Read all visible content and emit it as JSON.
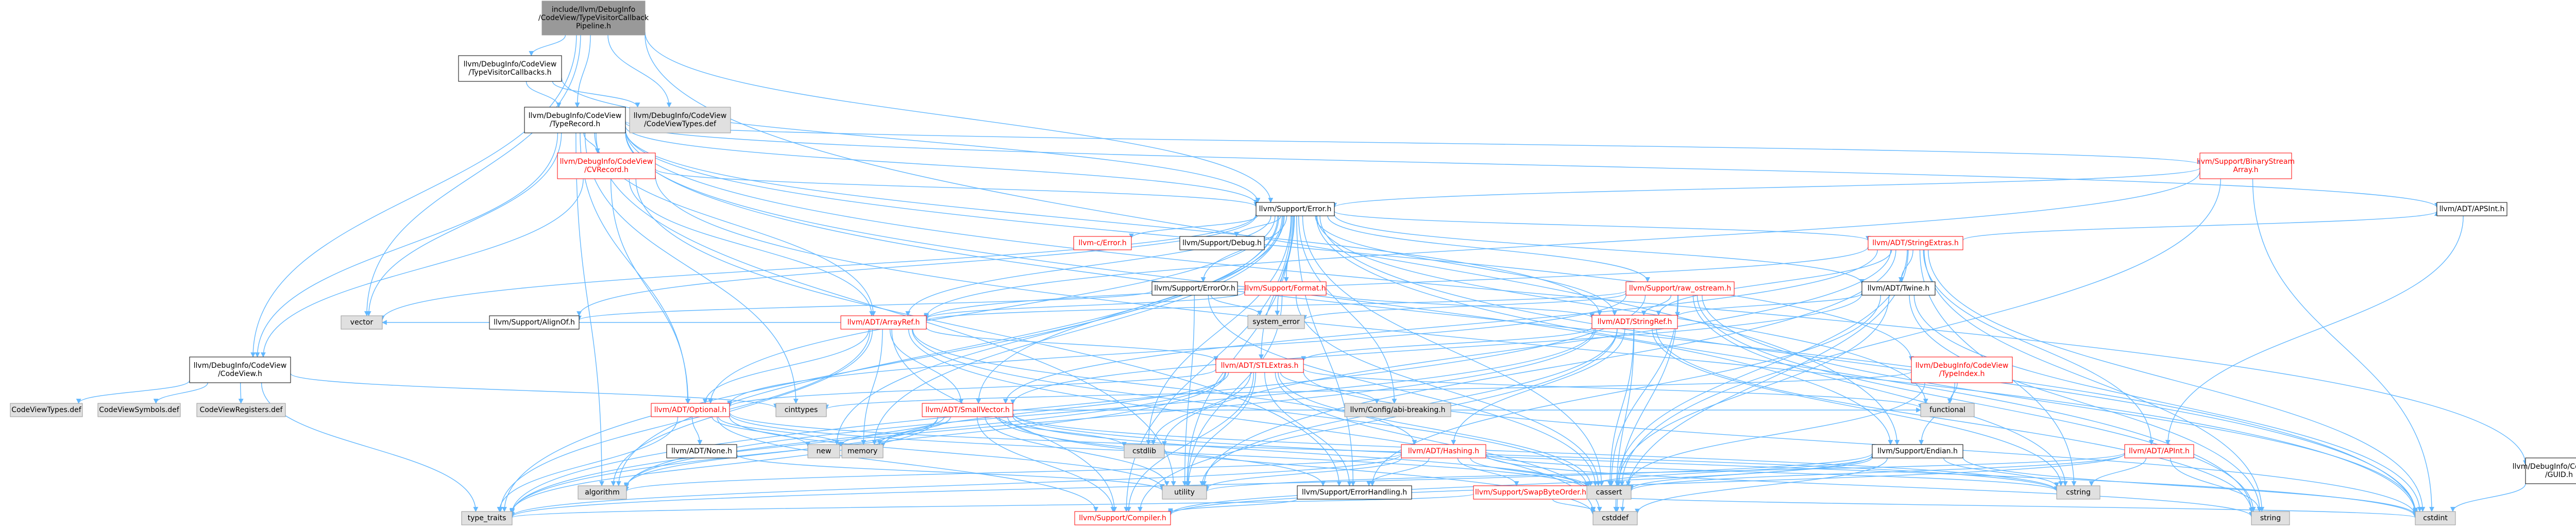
{
  "colors": {
    "edge": "#63b8ff",
    "edge_dark": "#404040",
    "node_fill_white": "#ffffff",
    "node_fill_grey": "#e0e0e0",
    "node_fill_root": "#999999",
    "node_border_black": "#000000",
    "node_border_red": "#ff0000",
    "node_border_grey": "#999999",
    "text_black": "#000000",
    "text_red": "#ff0000"
  },
  "nodes": [
    {
      "id": "root",
      "lines": [
        "include/llvm/DebugInfo",
        "/CodeView/TypeVisitorCallback",
        "Pipeline.h"
      ],
      "style": "root"
    },
    {
      "id": "tvc",
      "lines": [
        "llvm/DebugInfo/CodeView",
        "/TypeVisitorCallbacks.h"
      ],
      "style": "normal"
    },
    {
      "id": "tr",
      "lines": [
        "llvm/DebugInfo/CodeView",
        "/TypeRecord.h"
      ],
      "style": "normal"
    },
    {
      "id": "cvtdef",
      "lines": [
        "llvm/DebugInfo/CodeView",
        "/CodeViewTypes.def"
      ],
      "style": "grey"
    },
    {
      "id": "cvrec",
      "lines": [
        "llvm/DebugInfo/CodeView",
        "/CVRecord.h"
      ],
      "style": "red"
    },
    {
      "id": "bsa",
      "lines": [
        "llvm/Support/BinaryStream",
        "Array.h"
      ],
      "style": "red"
    },
    {
      "id": "err",
      "lines": [
        "llvm/Support/Error.h"
      ],
      "style": "normal"
    },
    {
      "id": "apsint",
      "lines": [
        "llvm/ADT/APSInt.h"
      ],
      "style": "normal"
    },
    {
      "id": "cv",
      "lines": [
        "llvm/DebugInfo/CodeView",
        "/CodeView.h"
      ],
      "style": "normal"
    },
    {
      "id": "cvtypes",
      "lines": [
        "CodeViewTypes.def"
      ],
      "style": "grey"
    },
    {
      "id": "cvsym",
      "lines": [
        "CodeViewSymbols.def"
      ],
      "style": "grey"
    },
    {
      "id": "cvreg",
      "lines": [
        "CodeViewRegisters.def"
      ],
      "style": "grey"
    },
    {
      "id": "vector",
      "lines": [
        "vector"
      ],
      "style": "grey"
    },
    {
      "id": "alignof",
      "lines": [
        "llvm/Support/AlignOf.h"
      ],
      "style": "normal"
    },
    {
      "id": "cerror",
      "lines": [
        "llvm-c/Error.h"
      ],
      "style": "red"
    },
    {
      "id": "debug",
      "lines": [
        "llvm/Support/Debug.h"
      ],
      "style": "normal"
    },
    {
      "id": "erroror",
      "lines": [
        "llvm/Support/ErrorOr.h"
      ],
      "style": "normal"
    },
    {
      "id": "format",
      "lines": [
        "llvm/Support/Format.h"
      ],
      "style": "red"
    },
    {
      "id": "syserr",
      "lines": [
        "system_error"
      ],
      "style": "grey"
    },
    {
      "id": "arrayref",
      "lines": [
        "llvm/ADT/ArrayRef.h"
      ],
      "style": "red"
    },
    {
      "id": "stlextras",
      "lines": [
        "llvm/ADT/STLExtras.h"
      ],
      "style": "red"
    },
    {
      "id": "rawos",
      "lines": [
        "llvm/Support/raw_ostream.h"
      ],
      "style": "red"
    },
    {
      "id": "strextras",
      "lines": [
        "llvm/ADT/StringExtras.h"
      ],
      "style": "red"
    },
    {
      "id": "twine",
      "lines": [
        "llvm/ADT/Twine.h"
      ],
      "style": "normal"
    },
    {
      "id": "stringref",
      "lines": [
        "llvm/ADT/StringRef.h"
      ],
      "style": "red"
    },
    {
      "id": "typeindex",
      "lines": [
        "llvm/DebugInfo/CodeView",
        "/TypeIndex.h"
      ],
      "style": "red"
    },
    {
      "id": "cinttypes",
      "lines": [
        "cinttypes"
      ],
      "style": "grey"
    },
    {
      "id": "abibreak",
      "lines": [
        "llvm/Config/abi-breaking.h"
      ],
      "style": "grey"
    },
    {
      "id": "functional",
      "lines": [
        "functional"
      ],
      "style": "grey"
    },
    {
      "id": "optional",
      "lines": [
        "llvm/ADT/Optional.h"
      ],
      "style": "red"
    },
    {
      "id": "smallvec",
      "lines": [
        "llvm/ADT/SmallVector.h"
      ],
      "style": "red"
    },
    {
      "id": "new",
      "lines": [
        "new"
      ],
      "style": "grey"
    },
    {
      "id": "memory",
      "lines": [
        "memory"
      ],
      "style": "grey"
    },
    {
      "id": "cstdlib",
      "lines": [
        "cstdlib"
      ],
      "style": "grey"
    },
    {
      "id": "none",
      "lines": [
        "llvm/ADT/None.h"
      ],
      "style": "normal"
    },
    {
      "id": "hashing",
      "lines": [
        "llvm/ADT/Hashing.h"
      ],
      "style": "red"
    },
    {
      "id": "endian",
      "lines": [
        "llvm/Support/Endian.h"
      ],
      "style": "normal"
    },
    {
      "id": "apint",
      "lines": [
        "llvm/ADT/APInt.h"
      ],
      "style": "red"
    },
    {
      "id": "guid",
      "lines": [
        "llvm/DebugInfo/CodeView",
        "/GUID.h"
      ],
      "style": "normal"
    },
    {
      "id": "algorithm",
      "lines": [
        "algorithm"
      ],
      "style": "grey"
    },
    {
      "id": "utility",
      "lines": [
        "utility"
      ],
      "style": "grey"
    },
    {
      "id": "errhandling",
      "lines": [
        "llvm/Support/ErrorHandling.h"
      ],
      "style": "normal"
    },
    {
      "id": "swapbyte",
      "lines": [
        "llvm/Support/SwapByteOrder.h"
      ],
      "style": "red"
    },
    {
      "id": "cassert",
      "lines": [
        "cassert"
      ],
      "style": "grey"
    },
    {
      "id": "cstring",
      "lines": [
        "cstring"
      ],
      "style": "grey"
    },
    {
      "id": "typetraits",
      "lines": [
        "type_traits"
      ],
      "style": "grey"
    },
    {
      "id": "compiler",
      "lines": [
        "llvm/Support/Compiler.h"
      ],
      "style": "red"
    },
    {
      "id": "cstddef",
      "lines": [
        "cstddef"
      ],
      "style": "grey"
    },
    {
      "id": "string",
      "lines": [
        "string"
      ],
      "style": "grey"
    },
    {
      "id": "cstdint",
      "lines": [
        "cstdint"
      ],
      "style": "grey"
    }
  ],
  "edges": [
    [
      "root",
      "tvc"
    ],
    [
      "root",
      "tr"
    ],
    [
      "root",
      "cvtdef"
    ],
    [
      "root",
      "cv"
    ],
    [
      "root",
      "vector"
    ],
    [
      "root",
      "err"
    ],
    [
      "root",
      "endian"
    ],
    [
      "tvc",
      "tr"
    ],
    [
      "tvc",
      "cvtdef"
    ],
    [
      "tvc",
      "err"
    ],
    [
      "tr",
      "cvrec"
    ],
    [
      "tr",
      "bsa"
    ],
    [
      "tr",
      "apsint"
    ],
    [
      "tr",
      "cv"
    ],
    [
      "tr",
      "vector"
    ],
    [
      "tr",
      "err"
    ],
    [
      "tr",
      "arrayref"
    ],
    [
      "tr",
      "stringref"
    ],
    [
      "tr",
      "optional"
    ],
    [
      "tr",
      "typeindex"
    ],
    [
      "tr",
      "guid"
    ],
    [
      "tr",
      "endian"
    ],
    [
      "tr",
      "cinttypes"
    ],
    [
      "tr",
      "cstdint"
    ],
    [
      "tr",
      "algorithm"
    ],
    [
      "tr",
      "utility"
    ],
    [
      "cvrec",
      "err"
    ],
    [
      "cvrec",
      "arrayref"
    ],
    [
      "cvrec",
      "optional"
    ],
    [
      "cvrec",
      "cv"
    ],
    [
      "cvrec",
      "cstdint"
    ],
    [
      "cvrec",
      "errhandling"
    ],
    [
      "bsa",
      "err"
    ],
    [
      "bsa",
      "arrayref"
    ],
    [
      "bsa",
      "cassert"
    ],
    [
      "bsa",
      "cstdint"
    ],
    [
      "apsint",
      "apint"
    ],
    [
      "cv",
      "cvtypes"
    ],
    [
      "cv",
      "cvsym"
    ],
    [
      "cv",
      "cvreg"
    ],
    [
      "cv",
      "cinttypes"
    ],
    [
      "cv",
      "typetraits"
    ],
    [
      "err",
      "cerror"
    ],
    [
      "err",
      "debug"
    ],
    [
      "err",
      "erroror"
    ],
    [
      "err",
      "format"
    ],
    [
      "err",
      "alignof"
    ],
    [
      "err",
      "syserr"
    ],
    [
      "err",
      "stlextras"
    ],
    [
      "err",
      "rawos"
    ],
    [
      "err",
      "strextras"
    ],
    [
      "err",
      "twine"
    ],
    [
      "err",
      "stringref"
    ],
    [
      "err",
      "abibreak"
    ],
    [
      "err",
      "compiler"
    ],
    [
      "err",
      "errhandling"
    ],
    [
      "err",
      "vector"
    ],
    [
      "err",
      "algorithm"
    ],
    [
      "err",
      "cassert"
    ],
    [
      "err",
      "cstdint"
    ],
    [
      "err",
      "cstdlib"
    ],
    [
      "err",
      "functional"
    ],
    [
      "err",
      "memory"
    ],
    [
      "err",
      "new"
    ],
    [
      "err",
      "optional"
    ],
    [
      "err",
      "string"
    ],
    [
      "err",
      "utility"
    ],
    [
      "err",
      "typetraits"
    ],
    [
      "err",
      "smallvec"
    ],
    [
      "err",
      "arrayref"
    ],
    [
      "erroror",
      "alignof"
    ],
    [
      "erroror",
      "syserr"
    ],
    [
      "erroror",
      "cassert"
    ],
    [
      "erroror",
      "utility"
    ],
    [
      "format",
      "arrayref"
    ],
    [
      "format",
      "stringref"
    ],
    [
      "format",
      "cassert"
    ],
    [
      "format",
      "cstdio"
    ],
    [
      "format",
      "tuple"
    ],
    [
      "format",
      "utility"
    ],
    [
      "arrayref",
      "hashing"
    ],
    [
      "arrayref",
      "smallvec"
    ],
    [
      "arrayref",
      "stlextras"
    ],
    [
      "arrayref",
      "compiler"
    ],
    [
      "arrayref",
      "algorithm"
    ],
    [
      "arrayref",
      "cassert"
    ],
    [
      "arrayref",
      "cstddef"
    ],
    [
      "arrayref",
      "memory"
    ],
    [
      "arrayref",
      "iterator"
    ],
    [
      "arrayref",
      "typetraits"
    ],
    [
      "arrayref",
      "vector"
    ],
    [
      "arrayref",
      "optional"
    ],
    [
      "stlextras",
      "abibreak"
    ],
    [
      "stlextras",
      "errhandling"
    ],
    [
      "stlextras",
      "algorithm"
    ],
    [
      "stlextras",
      "cassert"
    ],
    [
      "stlextras",
      "cstddef"
    ],
    [
      "stlextras",
      "cstdint"
    ],
    [
      "stlextras",
      "cstdlib"
    ],
    [
      "stlextras",
      "functional"
    ],
    [
      "stlextras",
      "memory"
    ],
    [
      "stlextras",
      "utility"
    ],
    [
      "stlextras",
      "typetraits"
    ],
    [
      "stlextras",
      "optional"
    ],
    [
      "stlextras",
      "compiler"
    ],
    [
      "rawos",
      "stringref"
    ],
    [
      "rawos",
      "arrayref"
    ],
    [
      "rawos",
      "cassert"
    ],
    [
      "rawos",
      "cstddef"
    ],
    [
      "rawos",
      "cstdint"
    ],
    [
      "rawos",
      "cstring"
    ],
    [
      "rawos",
      "string"
    ],
    [
      "rawos",
      "syserr"
    ],
    [
      "rawos",
      "typetraits"
    ],
    [
      "rawos",
      "optional"
    ],
    [
      "strextras",
      "arrayref"
    ],
    [
      "strextras",
      "smallvec"
    ],
    [
      "strextras",
      "stringref"
    ],
    [
      "strextras",
      "twine"
    ],
    [
      "strextras",
      "apint"
    ],
    [
      "strextras",
      "apsint"
    ],
    [
      "strextras",
      "cassert"
    ],
    [
      "strextras",
      "cstddef"
    ],
    [
      "strextras",
      "cstdint"
    ],
    [
      "strextras",
      "cstdlib"
    ],
    [
      "strextras",
      "cstring"
    ],
    [
      "strextras",
      "iterator"
    ],
    [
      "strextras",
      "string"
    ],
    [
      "strextras",
      "utility"
    ],
    [
      "twine",
      "smallvec"
    ],
    [
      "twine",
      "stringref"
    ],
    [
      "twine",
      "errhandling"
    ],
    [
      "twine",
      "cassert"
    ],
    [
      "twine",
      "cstdint"
    ],
    [
      "twine",
      "string"
    ],
    [
      "stringref",
      "stlextras"
    ],
    [
      "stringref",
      "compiler"
    ],
    [
      "stringref",
      "algorithm"
    ],
    [
      "stringref",
      "cassert"
    ],
    [
      "stringref",
      "cstddef"
    ],
    [
      "stringref",
      "cstring"
    ],
    [
      "stringref",
      "limits"
    ],
    [
      "stringref",
      "string"
    ],
    [
      "stringref",
      "typetraits"
    ],
    [
      "stringref",
      "utility"
    ],
    [
      "stringref",
      "hashing"
    ],
    [
      "typeindex",
      "endian"
    ],
    [
      "typeindex",
      "cassert"
    ],
    [
      "typeindex",
      "cinttypes"
    ],
    [
      "typeindex",
      "functional"
    ],
    [
      "optional",
      "none"
    ],
    [
      "optional",
      "compiler"
    ],
    [
      "optional",
      "cassert"
    ],
    [
      "optional",
      "memory"
    ],
    [
      "optional",
      "new"
    ],
    [
      "optional",
      "utility"
    ],
    [
      "optional",
      "typetraits"
    ],
    [
      "optional",
      "cstring"
    ],
    [
      "smallvec",
      "compiler"
    ],
    [
      "smallvec",
      "typetraits"
    ],
    [
      "smallvec",
      "algorithm"
    ],
    [
      "smallvec",
      "cassert"
    ],
    [
      "smallvec",
      "cstddef"
    ],
    [
      "smallvec",
      "cstdlib"
    ],
    [
      "smallvec",
      "cstring"
    ],
    [
      "smallvec",
      "functional"
    ],
    [
      "smallvec",
      "memory"
    ],
    [
      "smallvec",
      "new"
    ],
    [
      "smallvec",
      "utility"
    ],
    [
      "smallvec",
      "errhandling"
    ],
    [
      "smallvec",
      "cstdint"
    ],
    [
      "smallvec",
      "iterator"
    ],
    [
      "smallvec",
      "limits"
    ],
    [
      "hashing",
      "errhandling"
    ],
    [
      "hashing",
      "swapbyte"
    ],
    [
      "hashing",
      "algorithm"
    ],
    [
      "hashing",
      "cassert"
    ],
    [
      "hashing",
      "cstring"
    ],
    [
      "hashing",
      "string"
    ],
    [
      "hashing",
      "utility"
    ],
    [
      "hashing",
      "typetraits"
    ],
    [
      "hashing",
      "tuple"
    ],
    [
      "endian",
      "compiler"
    ],
    [
      "endian",
      "swapbyte"
    ],
    [
      "endian",
      "cassert"
    ],
    [
      "endian",
      "cstddef"
    ],
    [
      "endian",
      "cstdint"
    ],
    [
      "endian",
      "cstring"
    ],
    [
      "endian",
      "typetraits"
    ],
    [
      "apint",
      "compiler"
    ],
    [
      "apint",
      "cassert"
    ],
    [
      "apint",
      "cstring"
    ],
    [
      "apint",
      "utility"
    ],
    [
      "apint",
      "string"
    ],
    [
      "guid",
      "cstdint"
    ],
    [
      "swapbyte",
      "cstddef"
    ],
    [
      "swapbyte",
      "cstdint"
    ],
    [
      "swapbyte",
      "typetraits"
    ],
    [
      "errhandling",
      "compiler"
    ],
    [
      "none",
      "utility"
    ]
  ]
}
